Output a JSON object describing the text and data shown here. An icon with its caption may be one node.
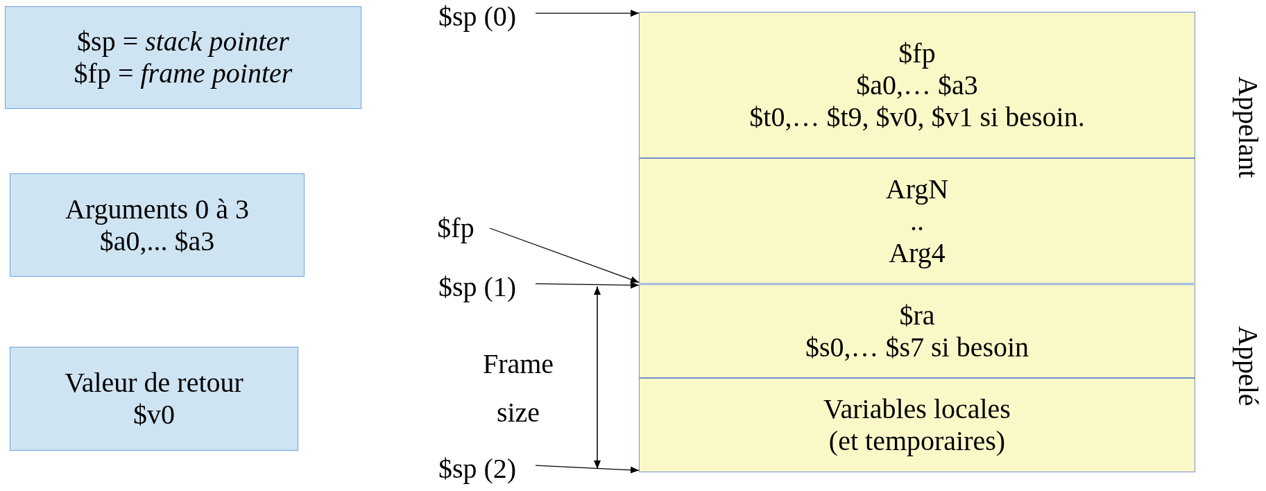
{
  "diagram": {
    "nodes": [
      {
        "text": [
          "$sp = *stack pointer*",
          "$fp = *frame pointer*"
        ]
      },
      {
        "text": [
          "Arguments 0 à 3",
          "$a0,... $a3"
        ]
      },
      {
        "text": [
          "Valeur de retour",
          "$v0"
        ]
      },
      {
        "text": [
          "$sp (0)"
        ]
      },
      {
        "text": [
          "$fp",
          "$a0,… $a3",
          "$t0,… $t9, $v0, $v1 si besoin."
        ]
      },
      {
        "text": [
          "ArgN",
          "..",
          "Arg4"
        ]
      },
      {
        "text": [
          "$ra",
          "$s0,… $s7 si besoin"
        ]
      },
      {
        "text": [
          "Variables locales",
          "(et temporaires)"
        ]
      },
      {
        "text": [
          "$fp"
        ]
      },
      {
        "text": [
          "$sp (1)"
        ]
      },
      {
        "text": [
          "$sp (2)"
        ]
      }
    ],
    "edges": [
      {
        "from": 3,
        "to": 4,
        "arrow": "to"
      },
      {
        "from": 8,
        "to": 5,
        "arrow": "to"
      },
      {
        "from": 9,
        "to": 6,
        "arrow": "to"
      },
      {
        "from": 10,
        "to": 7,
        "arrow": "to"
      }
    ],
    "labels": [
      "Appelant",
      "Appelé",
      "Frame size"
    ]
  }
}
